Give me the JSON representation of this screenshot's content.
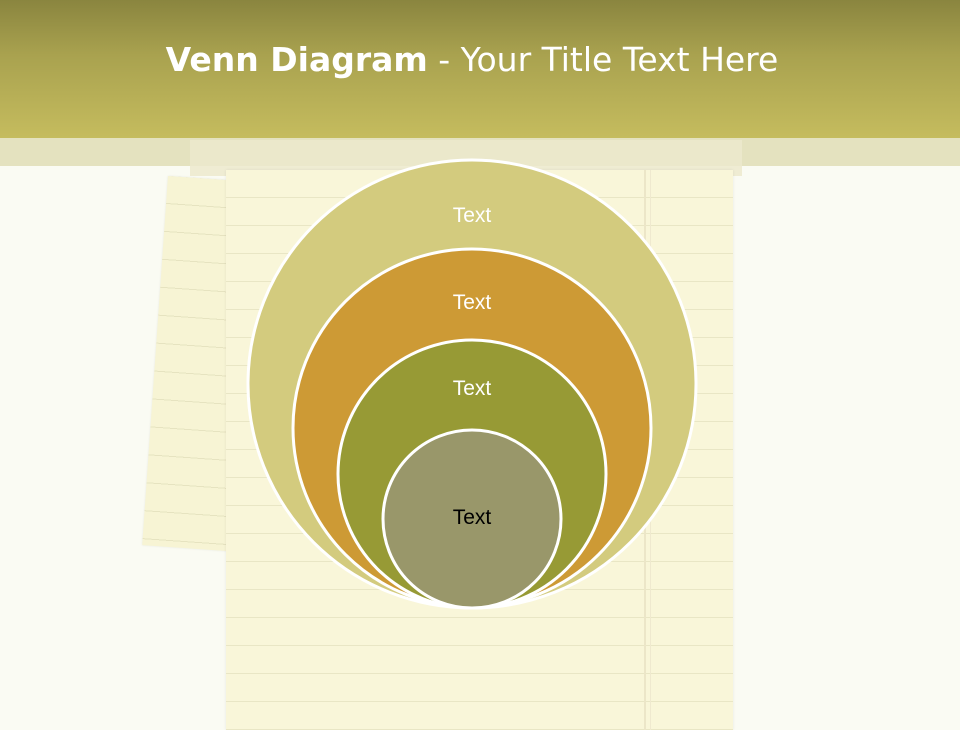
{
  "slide": {
    "title_bold": "Venn Diagram",
    "title_rest": " - Your Title Text Here"
  },
  "venn": {
    "circles": [
      {
        "label": "Text",
        "fill": "#d3cb7e",
        "text_color": "#ffffff"
      },
      {
        "label": "Text",
        "fill": "#cd9a35",
        "text_color": "#ffffff"
      },
      {
        "label": "Text",
        "fill": "#979a35",
        "text_color": "#ffffff"
      },
      {
        "label": "Text",
        "fill": "#99976a",
        "text_color": "#000000"
      }
    ],
    "stroke": "#ffffff"
  }
}
